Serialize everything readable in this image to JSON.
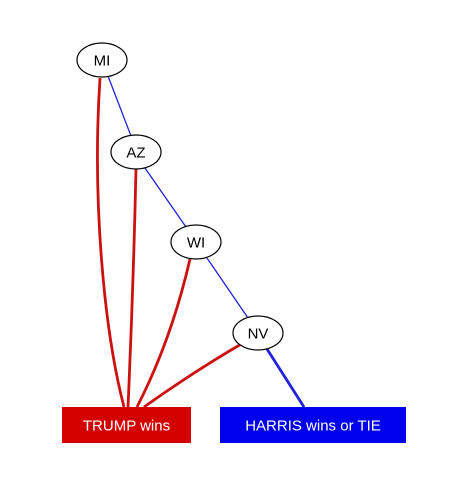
{
  "colors": {
    "trump": "#d40000",
    "harris": "#0000ee",
    "trump_edge": "#cc1111",
    "harris_edge": "#2222dd",
    "node_stroke": "#000000",
    "node_fill": "#ffffff",
    "background": "#ffffff"
  },
  "states": [
    {
      "id": "mi",
      "label": "MI"
    },
    {
      "id": "az",
      "label": "AZ"
    },
    {
      "id": "wi",
      "label": "WI"
    },
    {
      "id": "nv",
      "label": "NV"
    }
  ],
  "outcomes": {
    "trump": {
      "label": "TRUMP wins"
    },
    "harris": {
      "label": "HARRIS wins or TIE"
    }
  },
  "edges": [
    {
      "from": "mi",
      "to": "az",
      "result": "harris"
    },
    {
      "from": "az",
      "to": "wi",
      "result": "harris"
    },
    {
      "from": "wi",
      "to": "nv",
      "result": "harris"
    },
    {
      "from": "nv",
      "to": "harris",
      "result": "harris"
    },
    {
      "from": "mi",
      "to": "trump",
      "result": "trump"
    },
    {
      "from": "az",
      "to": "trump",
      "result": "trump"
    },
    {
      "from": "wi",
      "to": "trump",
      "result": "trump"
    },
    {
      "from": "nv",
      "to": "trump",
      "result": "trump"
    }
  ]
}
